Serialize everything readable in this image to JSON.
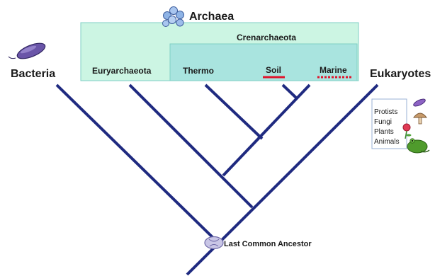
{
  "title": "Archaea",
  "labels": {
    "bacteria": "Bacteria",
    "eukaryotes": "Eukaryotes",
    "euryarchaeota": "Euryarchaeota",
    "crenarchaeota": "Crenarchaeota",
    "thermo": "Thermo",
    "soil": "Soil",
    "marine": "Marine",
    "lca": "Last Common Ancestor"
  },
  "eukaryote_groups": [
    "Protists",
    "Fungi",
    "Plants",
    "Animals"
  ],
  "icons": {
    "archaea": "archaea-cluster-icon",
    "bacteria": "bacterium-icon",
    "lca": "ancestor-cell-icon",
    "protist": "protist-icon",
    "fungus": "mushroom-icon",
    "plant": "flower-icon",
    "animal": "frog-icon"
  },
  "colors": {
    "tree": "#1f2a80",
    "archaea_box": "#ccf5e3",
    "crenarchaeota_box": "#a9e4df",
    "box_border": "#7fcfc6",
    "underline": "#e0162e"
  }
}
